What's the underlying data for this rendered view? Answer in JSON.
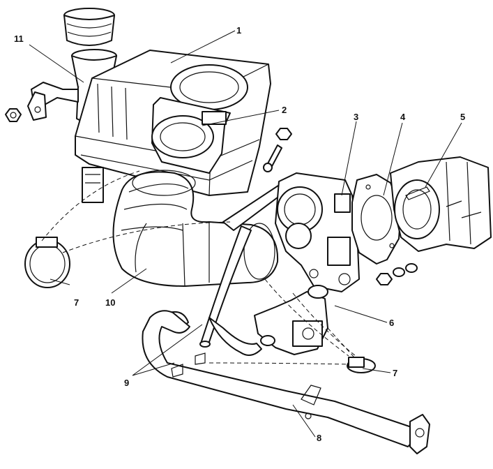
{
  "callouts": [
    {
      "id": "1",
      "label": "1"
    },
    {
      "id": "2",
      "label": "2"
    },
    {
      "id": "3",
      "label": "3"
    },
    {
      "id": "4",
      "label": "4"
    },
    {
      "id": "5",
      "label": "5"
    },
    {
      "id": "6",
      "label": "6"
    },
    {
      "id": "7a",
      "label": "7"
    },
    {
      "id": "7b",
      "label": "7"
    },
    {
      "id": "8",
      "label": "8"
    },
    {
      "id": "9",
      "label": "9"
    },
    {
      "id": "10",
      "label": "10"
    },
    {
      "id": "11",
      "label": "11"
    }
  ],
  "colors": {
    "line": "#111111",
    "background": "#ffffff"
  }
}
